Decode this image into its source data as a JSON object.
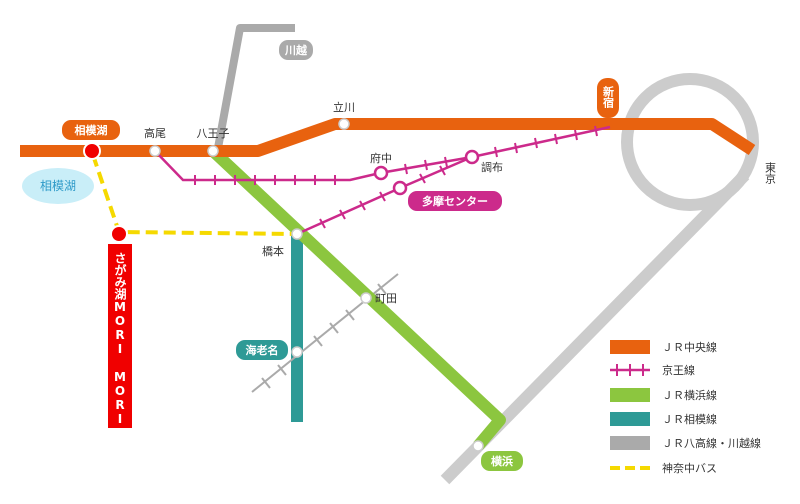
{
  "colors": {
    "jr_chuo": "#E8620F",
    "keio": "#CC2A8B",
    "jr_yokohama": "#8CC63F",
    "jr_sagami": "#2E9A96",
    "jr_hachiko_kawagoe": "#AAAAAA",
    "kanachu_bus": "#F5D900",
    "lake": "#C9EEF8",
    "destination": "#F00000",
    "label_teal": "#2E9A96"
  },
  "stations": {
    "kawagoe": "川越",
    "sagamiko": "相模湖",
    "takao": "高尾",
    "hachioji": "八王子",
    "tachikawa": "立川",
    "shinjuku": "新宿",
    "tokyo": "東京",
    "fuchu": "府中",
    "chofu": "調布",
    "tama_center": "多摩センター",
    "hashimoto": "橋本",
    "machida": "町田",
    "ebina": "海老名",
    "yokohama": "横浜"
  },
  "lake_label": "相模湖",
  "destination_label": "さがみ湖MORI MORI",
  "legend": [
    {
      "key": "jr_chuo",
      "label": "ＪＲ中央線",
      "style": "solid"
    },
    {
      "key": "keio",
      "label": "京王線",
      "style": "ticks"
    },
    {
      "key": "jr_yokohama",
      "label": "ＪＲ横浜線",
      "style": "solid"
    },
    {
      "key": "jr_sagami",
      "label": "ＪＲ相模線",
      "style": "solid"
    },
    {
      "key": "jr_hachiko_kawagoe",
      "label": "ＪＲ八高線・川越線",
      "style": "solid"
    },
    {
      "key": "kanachu_bus",
      "label": "神奈中バス",
      "style": "dashed"
    }
  ]
}
